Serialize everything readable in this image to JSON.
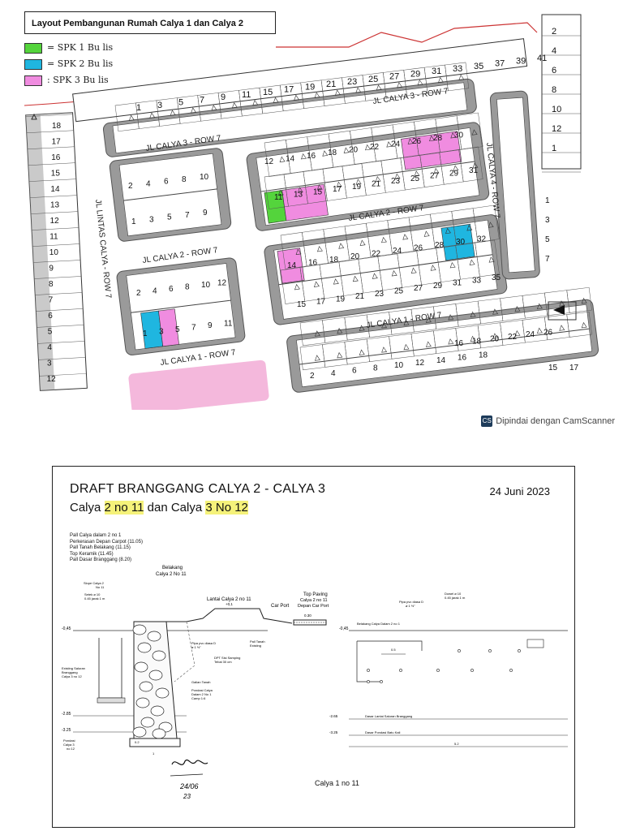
{
  "page1": {
    "title": "Layout Pembangunan Rumah Calya 1 dan Calya 2",
    "legend": [
      {
        "label": "= SPK  1  Bu lis",
        "color": "#54d43c"
      },
      {
        "label": "= SPK  2  Bu lis",
        "color": "#1fb6e0"
      },
      {
        "label": ": SPK  3  Bu lis",
        "color": "#f08ce0"
      }
    ],
    "streets": {
      "calya3_top": "JL CALYA 3 - ROW 7",
      "calya3_left": "JL CALYA 3 - ROW 7",
      "calya2_center": "JL CALYA 2 - ROW 7",
      "calya2_left": "JL CALYA 2 - ROW 7",
      "calya1_center": "JL CALYA 1 - ROW 7",
      "calya1_left": "JL CALYA 1 - ROW 7",
      "calya4": "JL CALYA 4 - ROW 7",
      "lintas": "JL LINTAS CALYA - ROW 7"
    },
    "lots": {
      "calya3_top": [
        "1",
        "3",
        "5",
        "7",
        "9",
        "11",
        "15",
        "17",
        "19",
        "21",
        "23",
        "25",
        "27",
        "29",
        "31",
        "33",
        "35",
        "37",
        "39",
        "41"
      ],
      "right_column": [
        "2",
        "4",
        "6",
        "8",
        "10",
        "12",
        "1"
      ],
      "left_column": [
        "18",
        "17",
        "16",
        "15",
        "14",
        "13",
        "12",
        "11",
        "10",
        "9",
        "8",
        "7",
        "6",
        "5",
        "4",
        "3",
        "12"
      ],
      "blockA_top": [
        "2",
        "4",
        "6",
        "8",
        "10"
      ],
      "blockA_bottom": [
        "1",
        "3",
        "5",
        "7",
        "9"
      ],
      "blockB_top": [
        "2",
        "4",
        "6",
        "8",
        "10",
        "12"
      ],
      "blockB_bottom": [
        "1",
        "3",
        "5",
        "7",
        "9",
        "11"
      ],
      "block_c2_top": [
        "12",
        "14",
        "16",
        "18",
        "20",
        "22",
        "24",
        "26",
        "28",
        "30"
      ],
      "block_c2_bottom": [
        "11",
        "13",
        "15",
        "17",
        "19",
        "21",
        "23",
        "25",
        "27",
        "29",
        "31"
      ],
      "block_c1_top": [
        "14",
        "16",
        "18",
        "20",
        "22",
        "24",
        "26",
        "28",
        "30",
        "32"
      ],
      "block_c1_bottom": [
        "15",
        "17",
        "19",
        "21",
        "23",
        "25",
        "27",
        "29",
        "31",
        "33",
        "35"
      ],
      "bottom_row_top": [
        "16",
        "18",
        "20",
        "22",
        "24",
        "26"
      ],
      "bottom_row_bottom": [
        "2",
        "4",
        "6",
        "8",
        "10",
        "12",
        "14",
        "16",
        "18"
      ],
      "calya4_block": [
        "1",
        "3",
        "5",
        "7"
      ],
      "corner_right": [
        "15",
        "17"
      ]
    },
    "scanner_note": "Dipindai dengan CamScanner"
  },
  "page2": {
    "title": "DRAFT BRANGGANG CALYA 2 - CALYA 3",
    "date": "24 Juni 2023",
    "subtitle_parts": [
      "Calya ",
      "2 no 11",
      " dan Calya ",
      "3 No 12"
    ],
    "notes": [
      "Pall Calya dalam 2 no 1",
      "Perkerasan Depan Carpot (11.05)",
      "Pall Tanah Belakang (11.15)",
      "Top Keramik (11.45)",
      "Pall Dasar Branggang (8.20)"
    ],
    "labels": {
      "belakang": "Belakang",
      "belakang_unit": "Calya 2 No 11",
      "lantai": "Lantai Calya 2 no 11",
      "top_paving": "Top Paving",
      "top_paving_unit": "Calya 2 no 11",
      "depan_car_port": "Depan Car Port",
      "car_port": "Car Port",
      "slope": "Slope Calya 2",
      "slope_no": "No 11",
      "setek": "Setek ø 10",
      "setek_jarak": "0.45 jarak 1 m",
      "pipa_pvc": "Pipa pvc diasa D",
      "pipa_pvc_size": "ø 1 ½\"",
      "pall_tanah": "Pall Tanah",
      "pall_tanah_existing": "Existing",
      "dpt": "DPT Sisi Samping",
      "dpt_tebal": "Tebal 30 cm",
      "existing_saluran": "Existing Saluran",
      "existing_saluran_b": "Branggang",
      "existing_saluran_c": "Calya 3 no 12",
      "galian": "Galian Tanah",
      "pondasi_calya": "Pondasi Calya",
      "pondasi_calya_b": "Dalam 2 No 1",
      "pondasi_calya_c": "Camp 1:6",
      "pondasi_c3": "Pondasi",
      "pondasi_c3_b": "Calya 3",
      "pondasi_c3_c": "no 12",
      "dowel": "Dowel ø 10",
      "dowel_jarak": "0.45 jarak 1 m",
      "pipa_pvc_r": "Pipa pvc diasa D",
      "pipa_pvc_r_size": "ø 1 ½\"",
      "belakang_calya_dalam": "Belakang Calya Dalam 2 no 1",
      "dasar_lantai": "Dasar Lantai Saluran Branggang",
      "dasar_pondasi": "Dasar Pondasi Batu Kali",
      "lvl_m045": "-0,45",
      "lvl_m285": "-2.85",
      "lvl_m325": "-3.25",
      "lvl_p010": "+0,1",
      "lvl_m045r": "-0,45",
      "lvl_m265": "-2.65",
      "lvl_m325r": "-3.25",
      "dim_030": "0.30",
      "dim_5": "5.2",
      "dim_2": "0.2",
      "dim_1": "1",
      "dim_05": "0.5"
    },
    "signature": {
      "date_a": "24/06",
      "date_b": "23"
    },
    "caption": "Calya 1 no 11"
  }
}
